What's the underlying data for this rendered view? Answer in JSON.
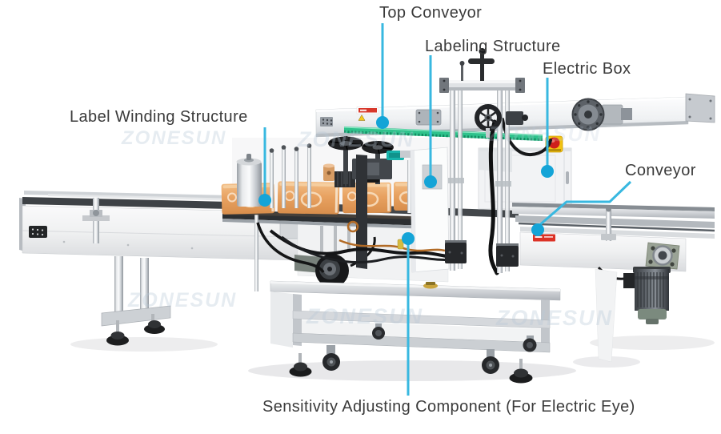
{
  "page": {
    "type": "annotated product diagram",
    "subject": "automatic double-side labeling machine",
    "brand": "ZONESUN",
    "background": "#ffffff"
  },
  "watermark": {
    "text": "ZONESUN"
  },
  "colors": {
    "background": "#ffffff",
    "callout_line": "#38b8e0",
    "callout_dot": "#14a4d7",
    "callout_text": "#3b3b3b",
    "watermark": "#b9c9d8",
    "label_roll_orange": "#e69e5f",
    "timing_belt_green": "#2fc28c",
    "estop_red": "#cf1f1c",
    "estop_yellow": "#f2c412",
    "machine_steel": "#d5d8dc",
    "dark_parts": "#232528"
  },
  "callouts": [
    {
      "id": "top-conveyor",
      "label": "Top Conveyor"
    },
    {
      "id": "labeling-structure",
      "label": "Labeling Structure"
    },
    {
      "id": "electric-box",
      "label": "Electric Box"
    },
    {
      "id": "label-winding-structure",
      "label": "Label Winding Structure"
    },
    {
      "id": "conveyor",
      "label": "Conveyor"
    },
    {
      "id": "sensitivity-adjusting-component",
      "label": "Sensitivity Adjusting Component (For Electric Eye)"
    }
  ]
}
